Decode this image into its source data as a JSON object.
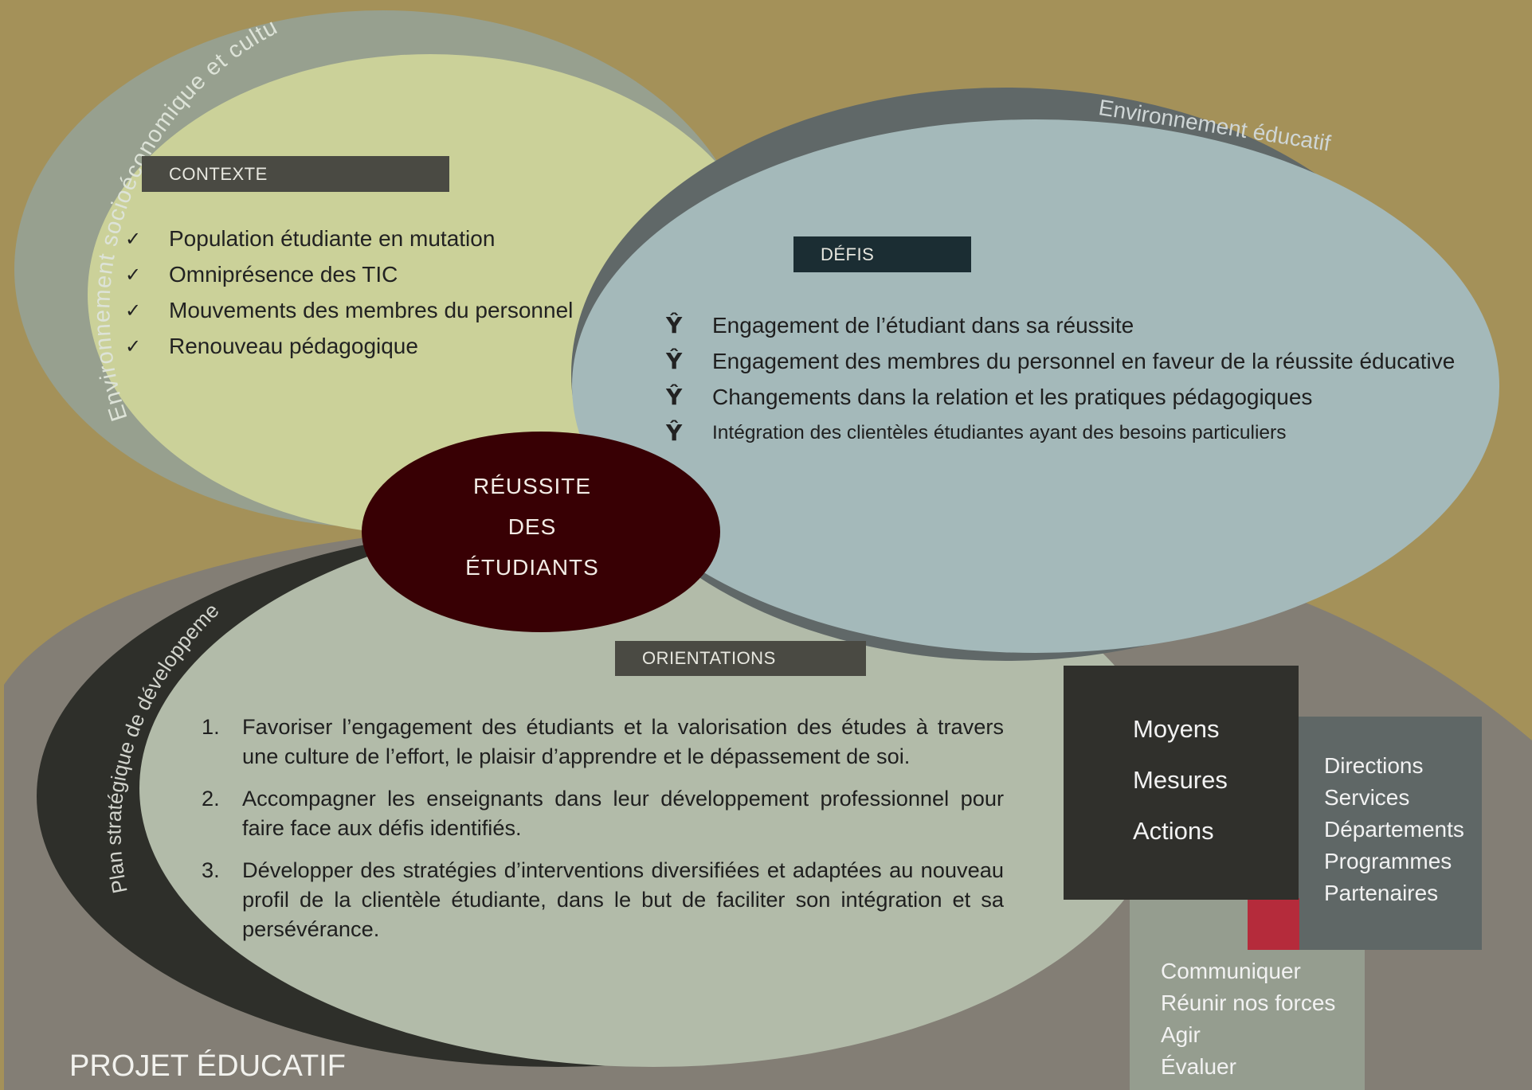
{
  "diagram": {
    "arcs": {
      "socio": "Environnement socioéconomique et culturel",
      "educ": "Environnement éducatif",
      "plan": "Plan stratégique de développement"
    },
    "contexte": {
      "label": "CONTEXTE",
      "items": [
        "Population étudiante en mutation",
        "Omniprésence des TIC",
        "Mouvements des membres du personnel",
        "Renouveau pédagogique"
      ]
    },
    "defis": {
      "label": "DÉFIS",
      "items": [
        "Engagement de l’étudiant dans sa réussite",
        "Engagement des membres du personnel en faveur de la réussite éducative",
        "Changements dans la relation et les pratiques pédagogiques",
        "Intégration des clientèles étudiantes ayant des besoins particuliers"
      ]
    },
    "center": {
      "lines": [
        "RÉUSSITE",
        "DES",
        "ÉTUDIANTS"
      ]
    },
    "orientations": {
      "label": "ORIENTATIONS",
      "items": [
        "Favoriser l’engagement des étudiants et la valorisation des études à travers une culture de l’effort, le plaisir d’apprendre et le dépassement de soi.",
        "Accompagner les enseignants dans leur développement professionnel pour faire face aux défis identifiés.",
        "Développer des stratégies d’interventions diversifiées et adaptées au nouveau profil de la clientèle étudiante, dans le but de faciliter son intégration et sa persévérance."
      ]
    },
    "means": [
      "Moyens",
      "Mesures",
      "Actions"
    ],
    "units": [
      "Directions",
      "Services",
      "Départements",
      "Programmes",
      "Partenaires"
    ],
    "verbs": [
      "Communiquer",
      "Réunir nos forces",
      "Agir",
      "Évaluer"
    ],
    "footer_title": "PROJET ÉDUCATIF",
    "colors": {
      "background": "#a49159",
      "contexte_outer": "#97a08f",
      "contexte_inner": "#cbd199",
      "defis_outer": "#606868",
      "defis_inner": "#a4b9ba",
      "bottom_ground": "#837e75",
      "plan_arc": "#2e2f2a",
      "orient_inner": "#b2bba9",
      "center": "#380004",
      "label_dark": "#4a4a43",
      "label_defis": "#1b2d33",
      "means_box": "#30302c",
      "units_box": "#5f6766",
      "verbs_box": "#959d8f",
      "accent_red": "#b52b3b"
    }
  }
}
